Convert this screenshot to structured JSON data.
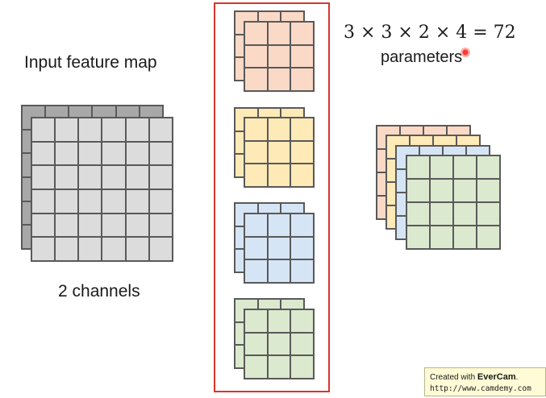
{
  "input": {
    "title": "Input feature map",
    "channels_label": "2 channels",
    "grid_size": 6,
    "channel_count": 2,
    "colors": [
      "#a8a8a8",
      "#dcdcdc"
    ]
  },
  "filters": {
    "kernel_size": 3,
    "depth": 2,
    "count": 4,
    "colors": [
      "#fbd9c7",
      "#fdeab7",
      "#d6e5f5",
      "#dbe9cf"
    ]
  },
  "output": {
    "grid_size": 4,
    "channel_count": 4,
    "colors": [
      "#fbd9c7",
      "#fdeab7",
      "#d6e5f5",
      "#dbe9cf"
    ]
  },
  "formula": {
    "expression": "3 × 3 × 2 × 4 = 72",
    "label": "parameters"
  },
  "watermark": {
    "line1_prefix": "Created with ",
    "brand": "EverCam",
    "brand_suffix": ".",
    "url": "http://www.camdemy.com"
  },
  "accent_color": "#d9352c"
}
